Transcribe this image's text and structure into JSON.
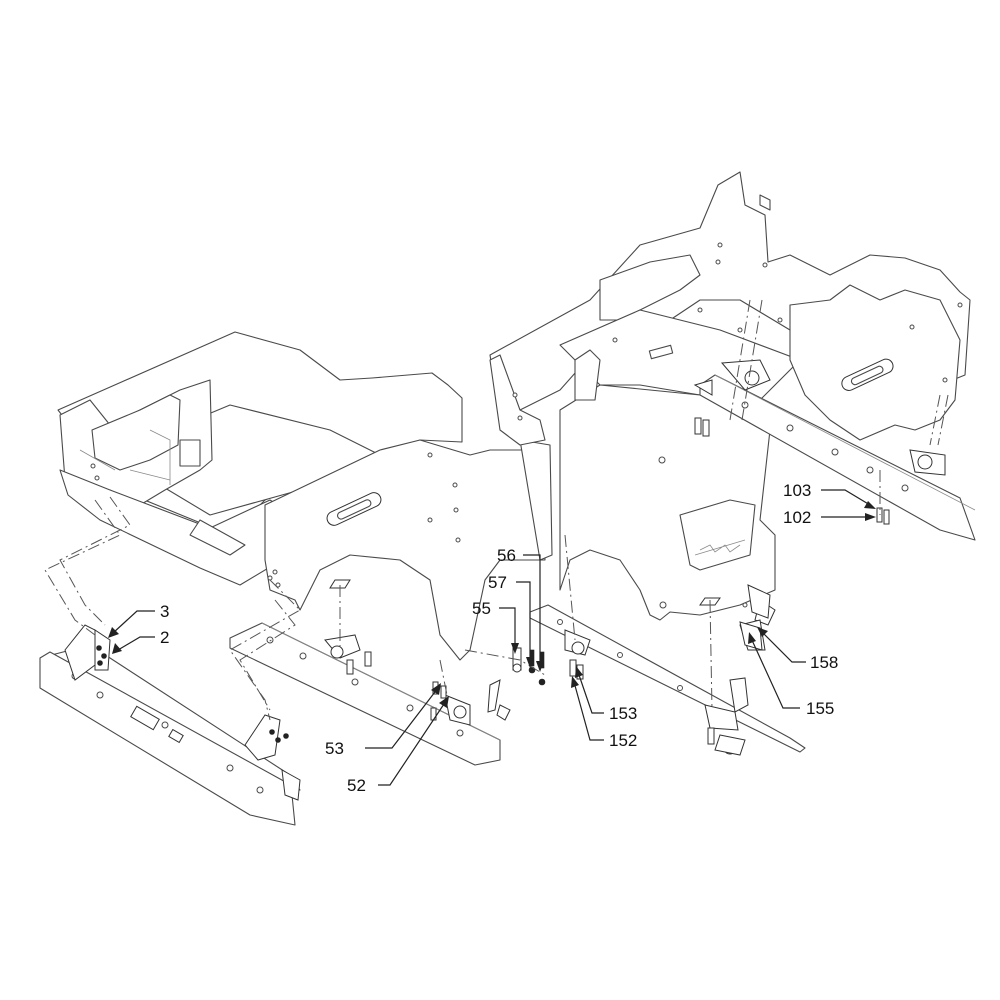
{
  "callouts": {
    "c3": "3",
    "c2": "2",
    "c53": "53",
    "c52": "52",
    "c56": "56",
    "c57": "57",
    "c55": "55",
    "c153": "153",
    "c152": "152",
    "c103": "103",
    "c102": "102",
    "c158": "158",
    "c155": "155"
  },
  "colors": {
    "line": "#4a4a4a",
    "text": "#111111",
    "background": "#ffffff"
  }
}
